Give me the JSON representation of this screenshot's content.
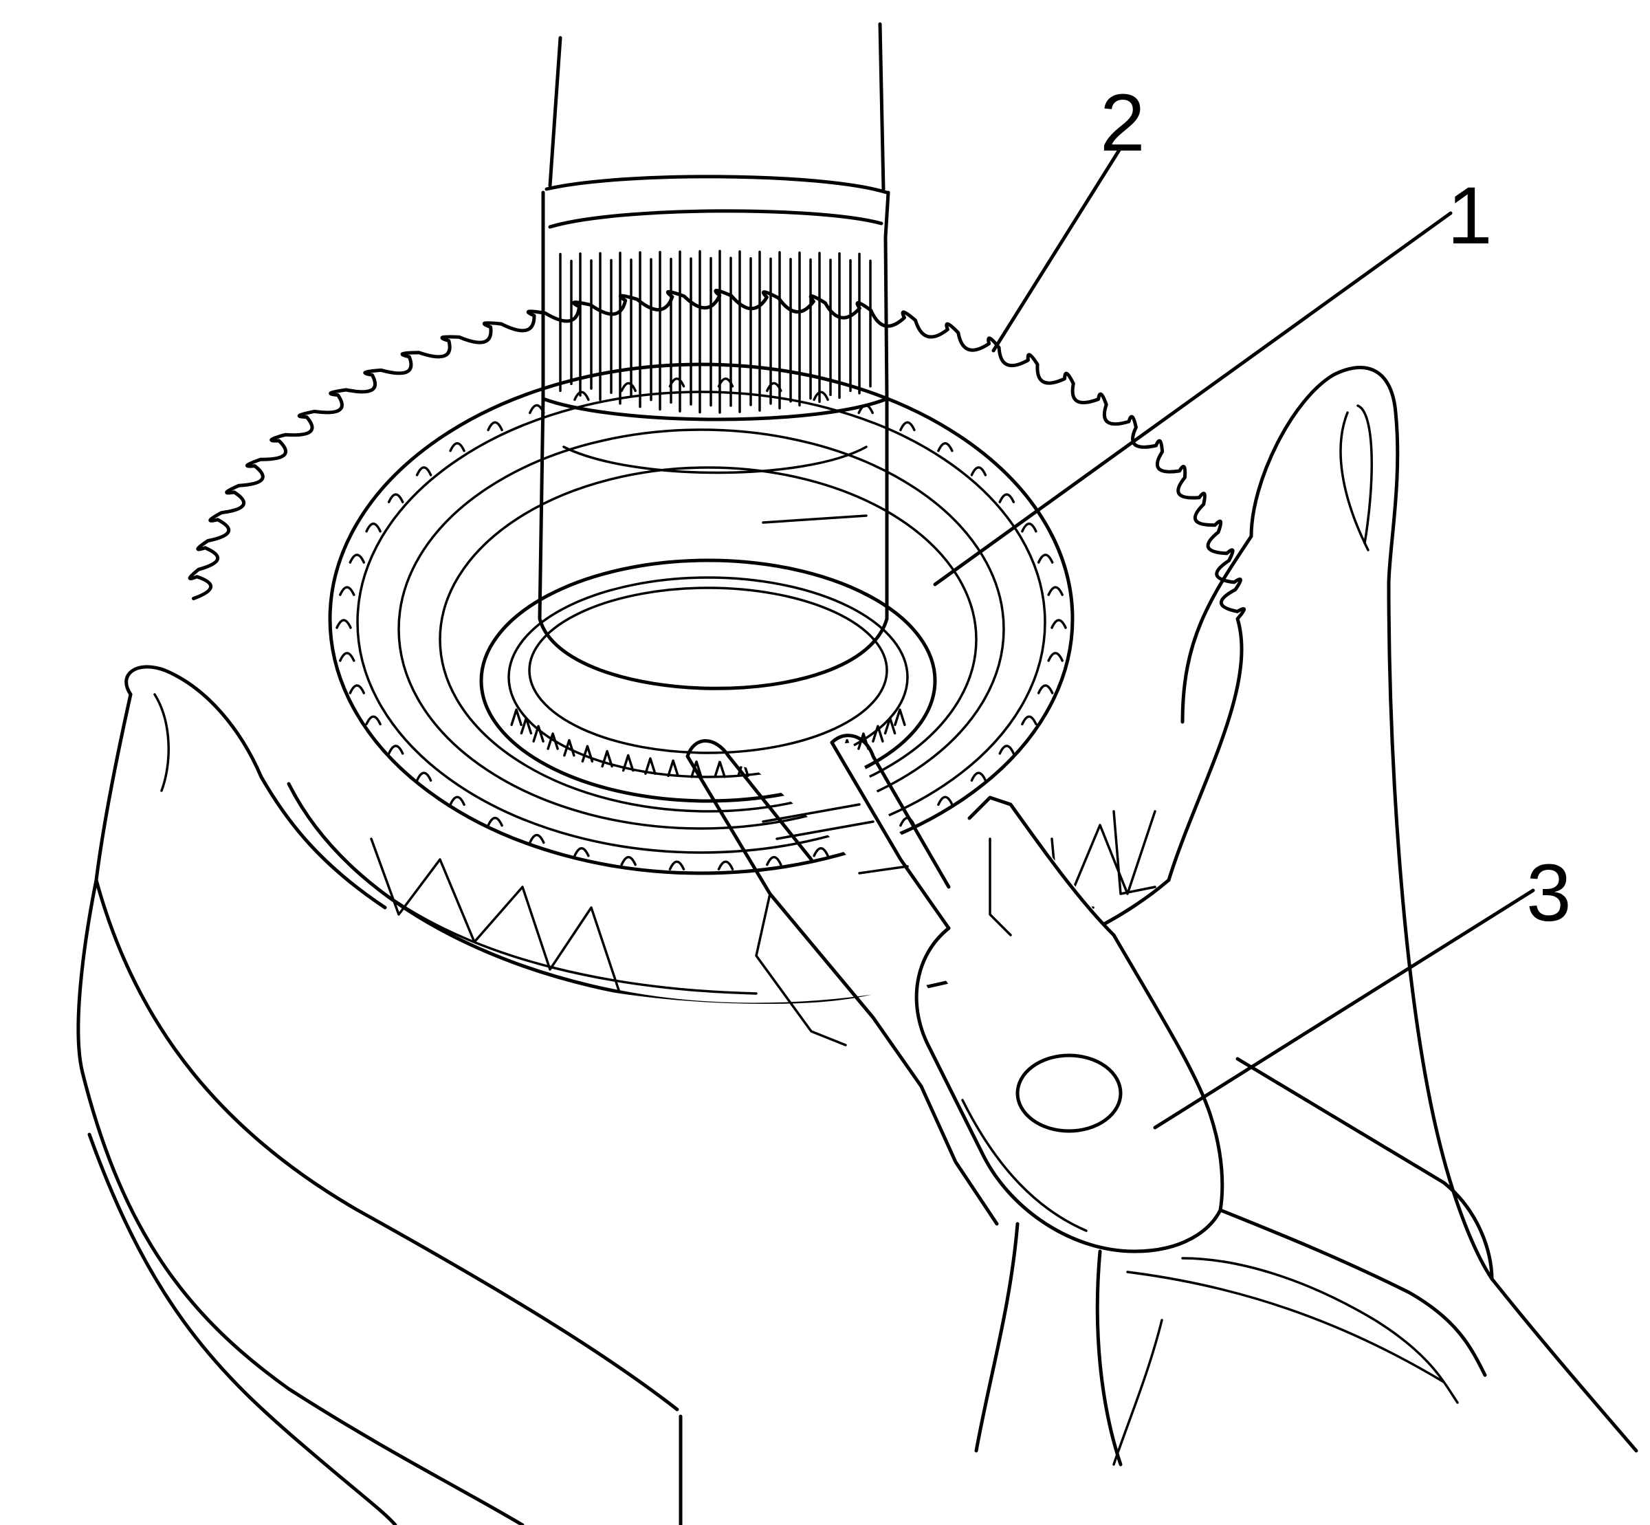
{
  "callouts": [
    {
      "id": "1",
      "label": "1"
    },
    {
      "id": "2",
      "label": "2"
    },
    {
      "id": "3",
      "label": "3"
    }
  ],
  "colors": {
    "ink": "#000000",
    "paper": "#ffffff"
  },
  "parts": [
    "output-shaft",
    "shaft-splines",
    "gear",
    "gear-hub-ring",
    "snap-ring",
    "snap-ring-pliers",
    "left-hand",
    "right-hand"
  ]
}
